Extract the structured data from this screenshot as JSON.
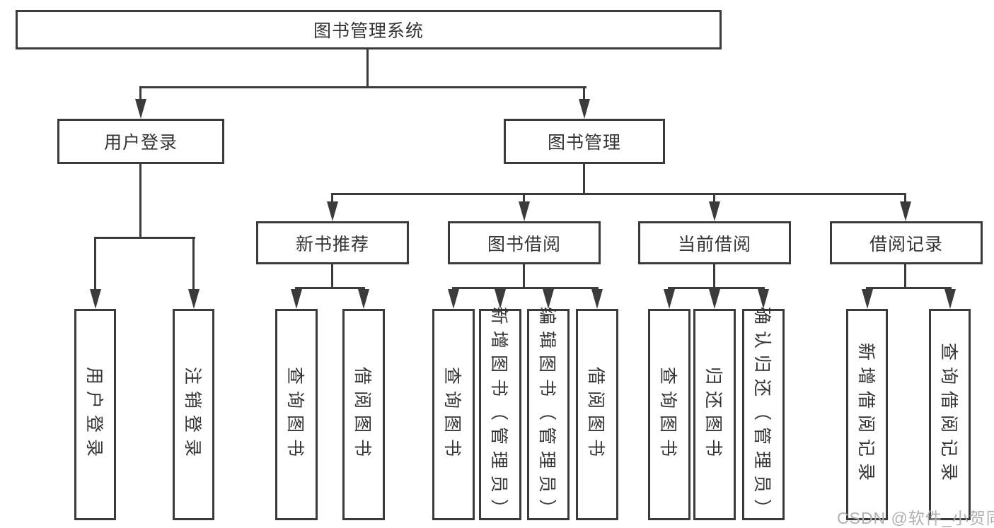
{
  "colors": {
    "line": "#3b3b3b",
    "text": "#333333",
    "watermark": "#b0b0b0",
    "background": "#ffffff"
  },
  "watermark": {
    "text": "CSDN @软件_小贺同学"
  },
  "tree": {
    "root": "图书管理系统",
    "children": [
      {
        "label": "用户登录",
        "children": [
          {
            "label": "用户登录"
          },
          {
            "label": "注销登录"
          }
        ]
      },
      {
        "label": "图书管理",
        "children": [
          {
            "label": "新书推荐",
            "children": [
              {
                "label": "查询图书"
              },
              {
                "label": "借阅图书"
              }
            ]
          },
          {
            "label": "图书借阅",
            "children": [
              {
                "label": "查询图书"
              },
              {
                "label": "新增图书（管理员）"
              },
              {
                "label": "编辑图书（管理员）"
              },
              {
                "label": "借阅图书"
              }
            ]
          },
          {
            "label": "当前借阅",
            "children": [
              {
                "label": "查询图书"
              },
              {
                "label": "归还图书"
              },
              {
                "label": "确认归还（管理员）"
              }
            ]
          },
          {
            "label": "借阅记录",
            "children": [
              {
                "label": "新增借阅记录"
              },
              {
                "label": "查询借阅记录"
              }
            ]
          }
        ]
      }
    ]
  }
}
